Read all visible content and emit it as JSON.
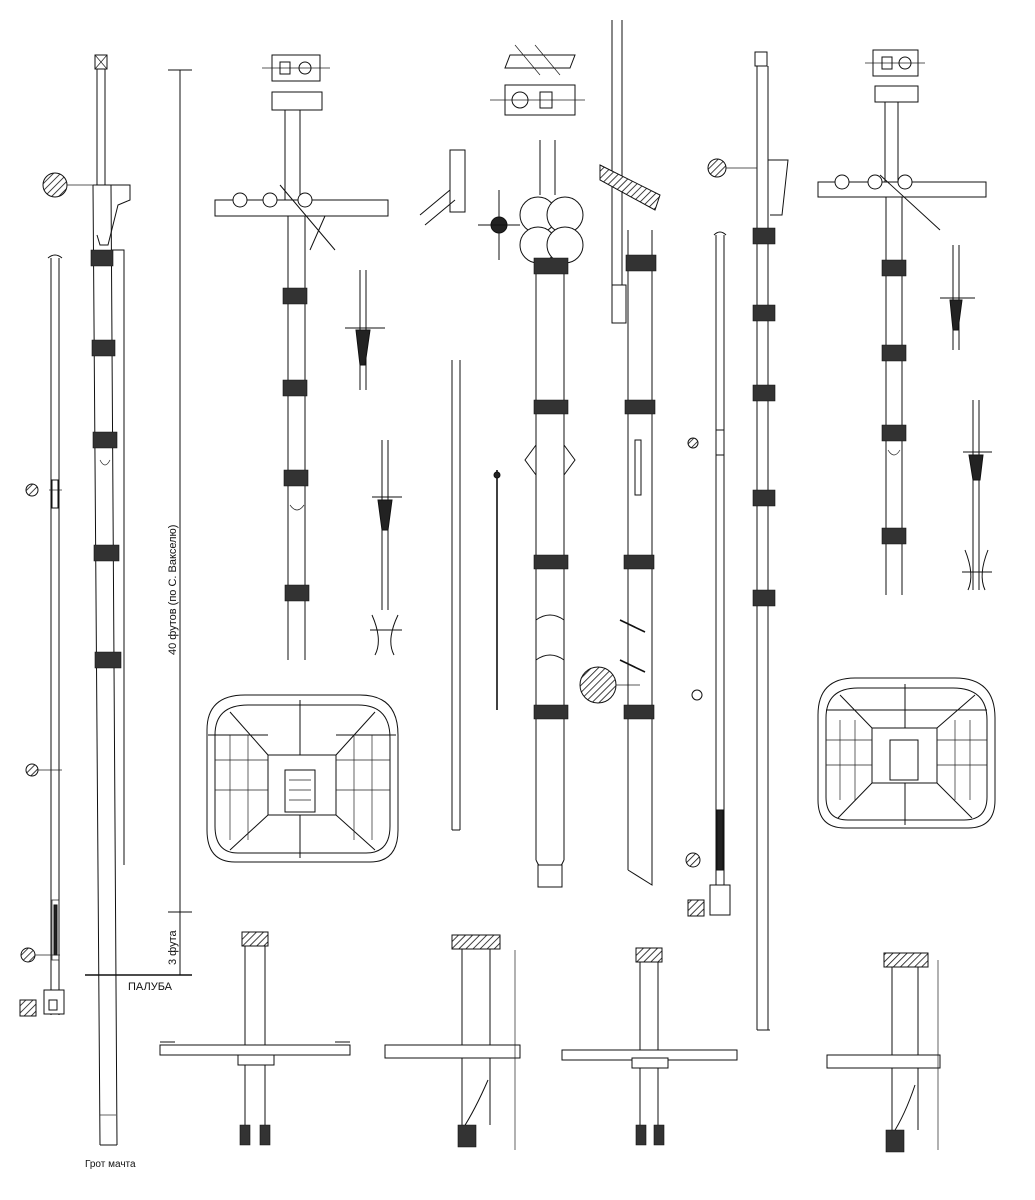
{
  "labels": {
    "scale_main": "40 футов (по С. Вакселю)",
    "scale_small": "3 фута",
    "deck": "ПАЛУБА",
    "caption": "Грот мачта"
  }
}
